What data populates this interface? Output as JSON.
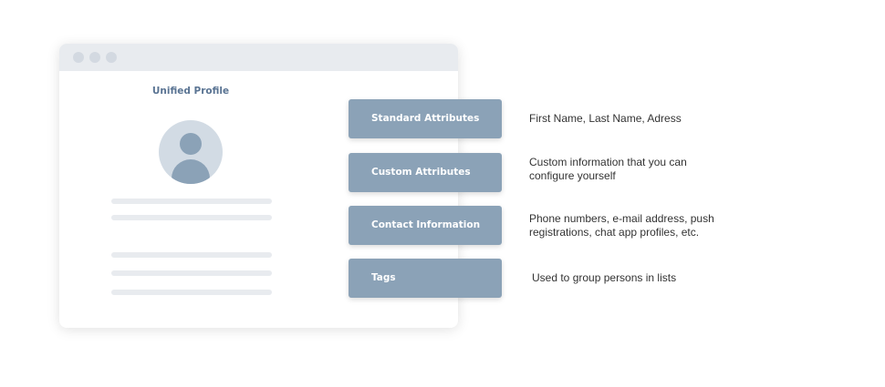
{
  "profile": {
    "title": "Unified Profile",
    "avatar_icon": "user-icon"
  },
  "categories": [
    {
      "label": "Standard Attributes",
      "description": "First Name, Last Name, Adress"
    },
    {
      "label": "Custom Attributes",
      "description": "Custom information that you can configure yourself"
    },
    {
      "label": "Contact Information",
      "description": "Phone numbers, e-mail address, push registrations, chat app profiles, etc."
    },
    {
      "label": "Tags",
      "description": "Used to group persons in lists"
    }
  ],
  "colors": {
    "box": "#8ba2b7",
    "title": "#5a7493",
    "chrome": "#e8ebef"
  }
}
